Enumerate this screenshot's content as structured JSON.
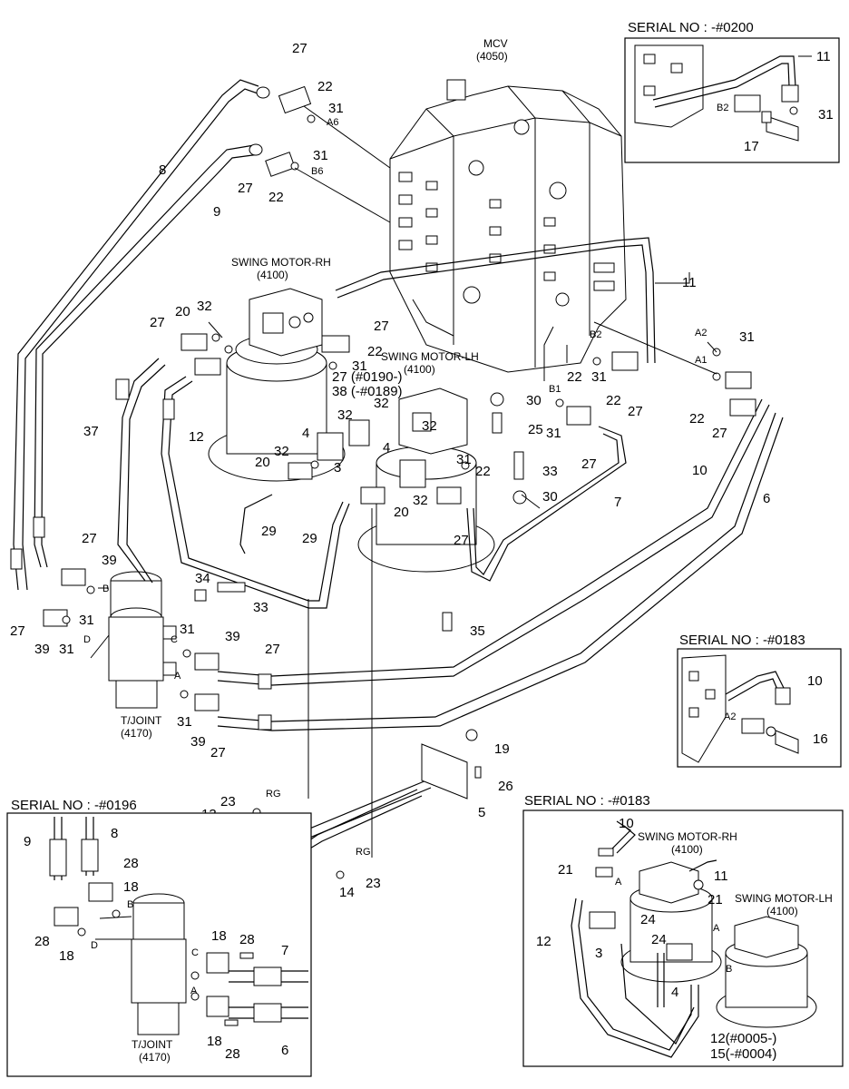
{
  "components": {
    "mcv": {
      "name": "MCV",
      "code": "(4050)"
    },
    "swing_motor_rh": {
      "name": "SWING MOTOR-RH",
      "code": "(4100)"
    },
    "swing_motor_lh": {
      "name": "SWING MOTOR-LH",
      "code": "(4100)"
    },
    "tjoint": {
      "name": "T/JOINT",
      "code": "(4170)"
    }
  },
  "ports": {
    "a6": "A6",
    "b6": "B6",
    "a2": "A2",
    "a1": "A1",
    "b2": "B2",
    "b1": "B1",
    "rg1": "RG",
    "rg2": "RG",
    "a": "A",
    "b": "B",
    "c": "C",
    "d": "D"
  },
  "labels": {
    "p27a": "27",
    "p22a": "22",
    "p31a": "31",
    "p31b": "31",
    "p8": "8",
    "p27b": "27",
    "p22b": "22",
    "p9": "9",
    "p11": "11",
    "p31c": "31",
    "p32a": "32",
    "p20a": "20",
    "p27c": "27",
    "p27d": "27",
    "p22c": "22",
    "p27e": "27 (#0190-)",
    "p38": "38 (-#0189)",
    "p31d": "31",
    "p30a": "30",
    "p31e": "31",
    "p22d": "22",
    "p22e": "22",
    "p27f": "27",
    "p22f": "22",
    "p27g": "27",
    "p37": "37",
    "p12": "12",
    "p4a": "4",
    "p32b": "32",
    "p32c": "32",
    "p32d": "32",
    "p4b": "4",
    "p25": "25",
    "p31f": "31",
    "p20b": "20",
    "p32e": "32",
    "p3": "3",
    "p31g": "31",
    "p22g": "22",
    "p33a": "33",
    "p27h": "27",
    "p10": "10",
    "p6": "6",
    "p29a": "29",
    "p29b": "29",
    "p20c": "20",
    "p32f": "32",
    "p30b": "30",
    "p7": "7",
    "p27i": "27",
    "p27j": "27",
    "p39a": "39",
    "p34": "34",
    "p33b": "33",
    "p27k": "27",
    "p31h": "31",
    "p39b": "39",
    "p31i": "31",
    "p35": "35",
    "p31j": "31",
    "p39c": "39",
    "p27l": "27",
    "p39d": "39",
    "p27m": "27",
    "p31k": "31",
    "p19": "19",
    "p26": "26",
    "p23a": "23",
    "p13": "13",
    "p5": "5",
    "p23b": "23",
    "p14": "14"
  },
  "inset_0200": {
    "title": "SERIAL NO : -#0200",
    "p11": "11",
    "p31": "31",
    "p17": "17",
    "b2": "B2"
  },
  "inset_0183a": {
    "title": "SERIAL NO : -#0183",
    "p10": "10",
    "p16": "16",
    "a2": "A2"
  },
  "inset_0196": {
    "title": "SERIAL NO : -#0196",
    "p9": "9",
    "p8": "8",
    "p28a": "28",
    "p18a": "18",
    "p28b": "28",
    "p18b": "18",
    "p18c": "18",
    "p28c": "28",
    "p7": "7",
    "p18d": "18",
    "p28d": "28",
    "p6": "6",
    "b": "B",
    "d": "D",
    "c": "C",
    "a": "A",
    "tjoint_name": "T/JOINT",
    "tjoint_code": "(4170)"
  },
  "inset_0183b": {
    "title": "SERIAL NO : -#0183",
    "p10": "10",
    "p21a": "21",
    "p11": "11",
    "p21b": "21",
    "p12": "12",
    "p24a": "24",
    "p24b": "24",
    "p3": "3",
    "p4": "4",
    "p12note": "12(#0005-)",
    "p15note": "15(-#0004)",
    "rh_name": "SWING MOTOR-RH",
    "rh_code": "(4100)",
    "lh_name": "SWING MOTOR-LH",
    "lh_code": "(4100)",
    "a": "A",
    "b": "B",
    "a2": "A"
  }
}
